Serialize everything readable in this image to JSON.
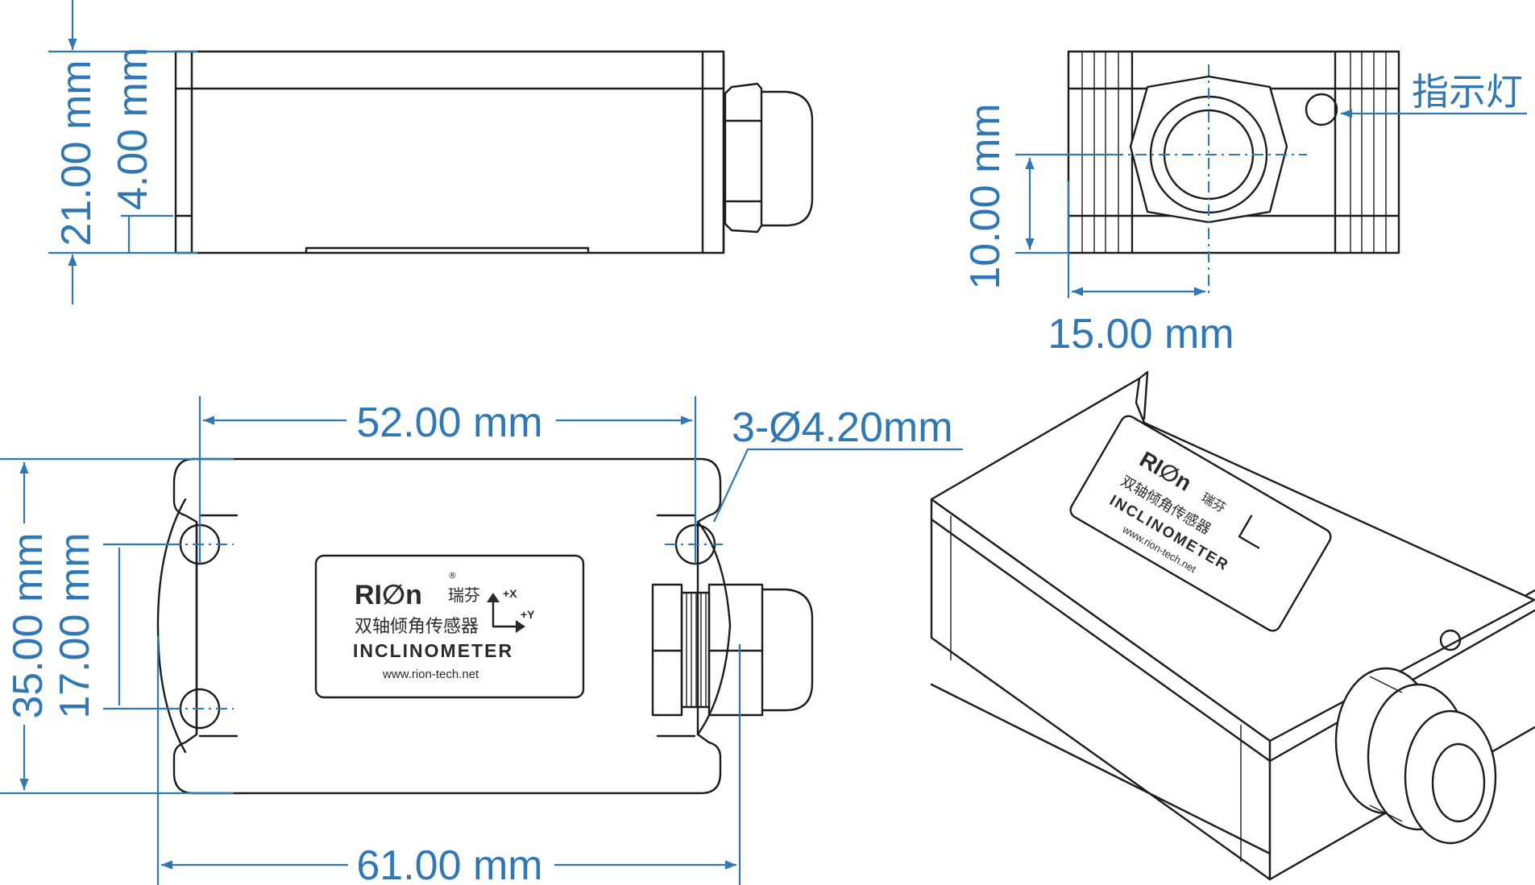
{
  "colors": {
    "dimension": "#2f78b5",
    "outline": "#1c1c1c",
    "background": "#ffffff"
  },
  "side_view": {
    "height_dim": "21.00 mm",
    "base_dim": "4.00 mm"
  },
  "end_view": {
    "indicator_label": "指示灯",
    "vertical_dim": "10.00 mm",
    "horizontal_dim": "15.00 mm"
  },
  "top_view": {
    "hole_spacing_dim": "52.00 mm",
    "hole_callout": "3-Ø4.20mm",
    "overall_width_dim": "35.00 mm",
    "hole_vertical_dim": "17.00 mm",
    "overall_length_dim": "61.00 mm"
  },
  "label": {
    "brand": "RI∅n",
    "registered": "®",
    "brand_cn": "瑞芬",
    "axis_x": "+X",
    "axis_y": "+Y",
    "product_cn": "双轴倾角传感器",
    "product_en": "INCLINOMETER",
    "url": "www.rion-tech.net"
  }
}
